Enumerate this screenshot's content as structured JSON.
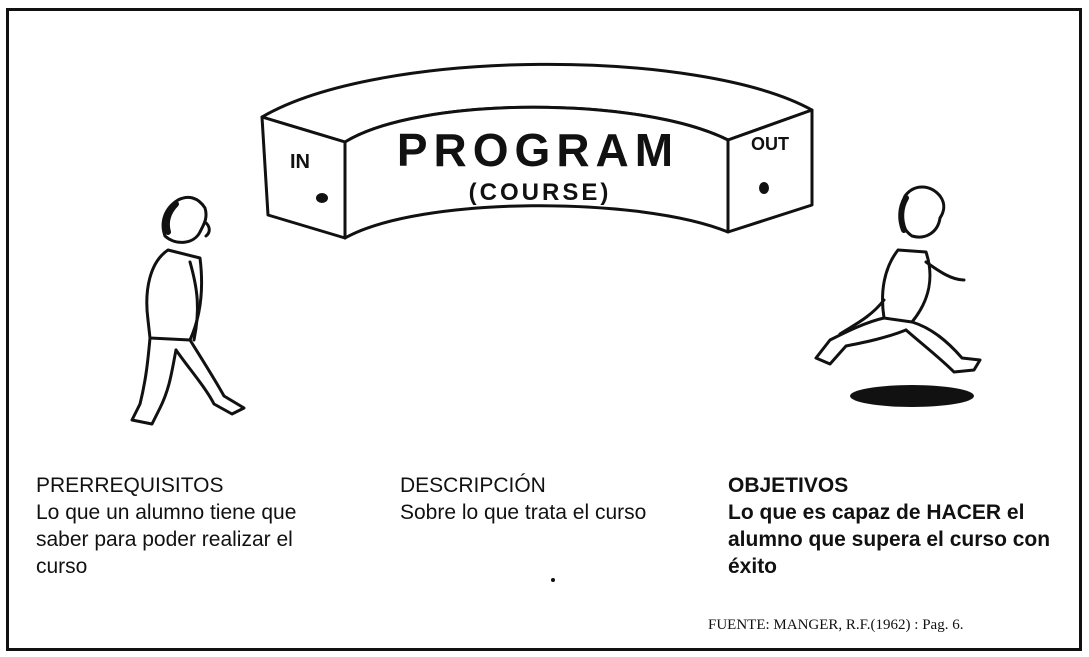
{
  "program": {
    "title": "PROGRAM",
    "subtitle": "(COURSE)",
    "in_label": "IN",
    "out_label": "OUT"
  },
  "columns": {
    "prerequisites": {
      "heading": "PRERREQUISITOS",
      "text": "Lo que un alumno tiene que saber para poder realizar el curso"
    },
    "description": {
      "heading": "DESCRIPCIÓN",
      "text": "Sobre lo que trata el curso"
    },
    "objectives": {
      "heading": "OBJETIVOS",
      "text": "Lo que es capaz de HACER el alumno que supera el curso con éxito"
    }
  },
  "source": "FUENTE: MANGER, R.F.(1962) : Pag. 6."
}
